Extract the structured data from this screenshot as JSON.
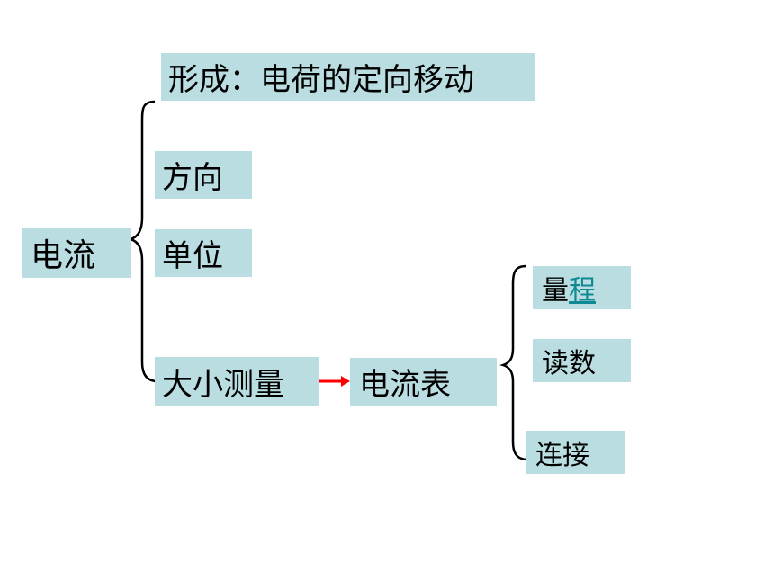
{
  "diagram": {
    "root": "电流",
    "branches": {
      "formation": "形成：电荷的定向移动",
      "direction": "方向",
      "unit": "单位",
      "measurement": "大小测量"
    },
    "instrument": "电流表",
    "instrument_items": {
      "range_prefix": "量",
      "range_link": "程",
      "reading": "读数",
      "connection": "连接"
    },
    "colors": {
      "box_fill": "#b9dde0",
      "arrow": "#ff0000",
      "link": "#0f8a94",
      "bracket": "#000000"
    }
  }
}
